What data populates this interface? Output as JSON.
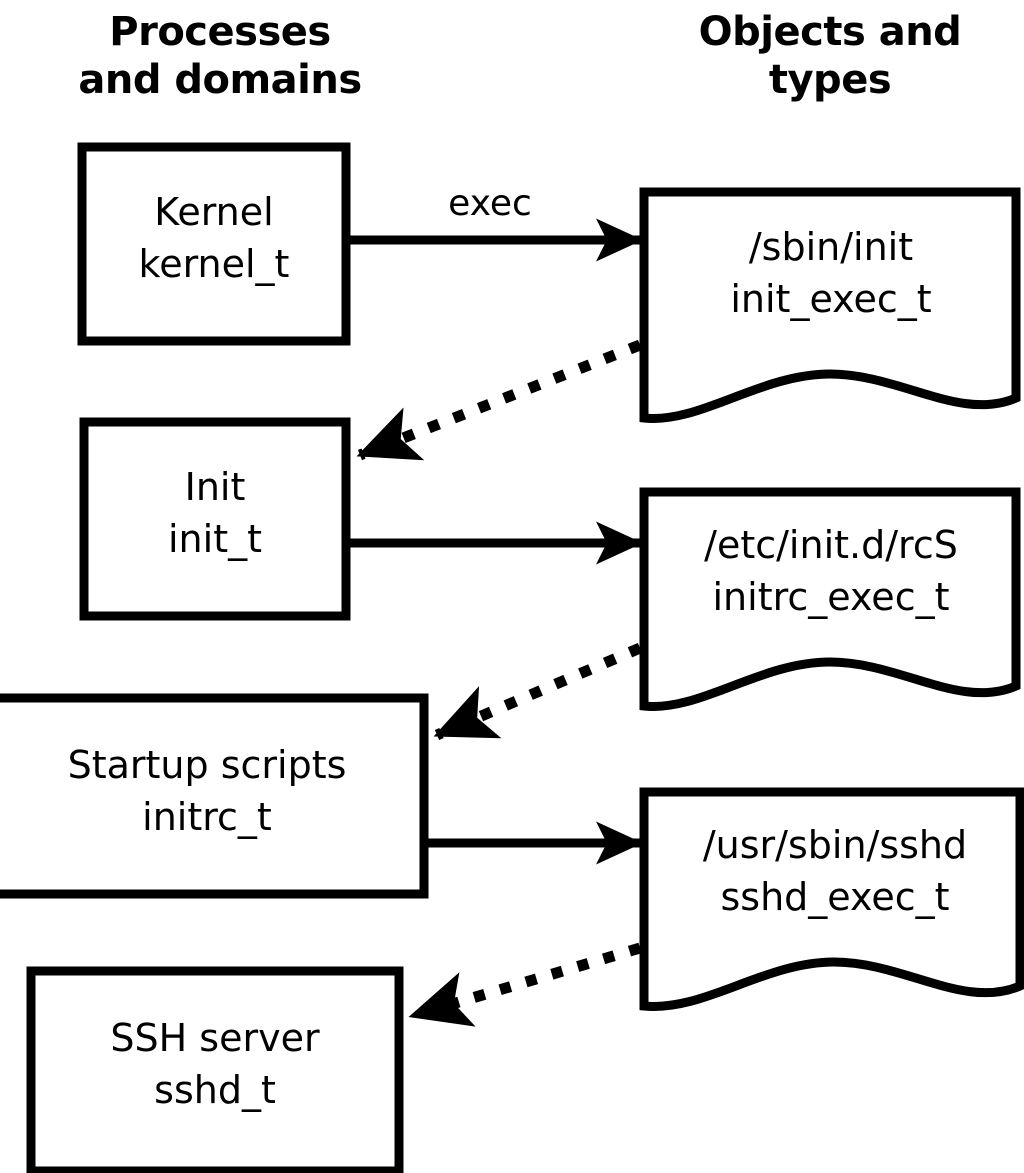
{
  "diagram": {
    "title_left": "Processes\nand domains",
    "title_right": "Objects and\ntypes",
    "stroke_color": "#000000",
    "background_color": "#ffffff",
    "process_nodes": [
      {
        "id": "kernel",
        "name": "Kernel",
        "type": "kernel_t",
        "label": "Kernel\nkernel_t"
      },
      {
        "id": "init",
        "name": "Init",
        "type": "init_t",
        "label": "Init\ninit_t"
      },
      {
        "id": "initrc",
        "name": "Startup scripts",
        "type": "initrc_t",
        "label": "Startup scripts\ninitrc_t"
      },
      {
        "id": "sshd",
        "name": "SSH server",
        "type": "sshd_t",
        "label": "SSH server\nsshd_t"
      }
    ],
    "object_nodes": [
      {
        "id": "init_exec",
        "path": "/sbin/init",
        "type": "init_exec_t",
        "label": "/sbin/init\ninit_exec_t"
      },
      {
        "id": "initrc_exec",
        "path": "/etc/init.d/rcS",
        "type": "initrc_exec_t",
        "label": "/etc/init.d/rcS\ninitrc_exec_t"
      },
      {
        "id": "sshd_exec",
        "path": "/usr/sbin/sshd",
        "type": "sshd_exec_t",
        "label": "/usr/sbin/sshd\nsshd_exec_t"
      }
    ],
    "edges": [
      {
        "id": "kernel-exec-init_exec",
        "from": "kernel",
        "to": "init_exec",
        "style": "solid",
        "label": "exec"
      },
      {
        "id": "init_exec-to-init",
        "from": "init_exec",
        "to": "init",
        "style": "dotted",
        "label": ""
      },
      {
        "id": "init-exec-initrc_exec",
        "from": "init",
        "to": "initrc_exec",
        "style": "solid",
        "label": ""
      },
      {
        "id": "initrc_exec-to-initrc",
        "from": "initrc_exec",
        "to": "initrc",
        "style": "dotted",
        "label": ""
      },
      {
        "id": "initrc-exec-sshd_exec",
        "from": "initrc",
        "to": "sshd_exec",
        "style": "solid",
        "label": ""
      },
      {
        "id": "sshd_exec-to-sshd",
        "from": "sshd_exec",
        "to": "sshd",
        "style": "dotted",
        "label": ""
      }
    ]
  }
}
